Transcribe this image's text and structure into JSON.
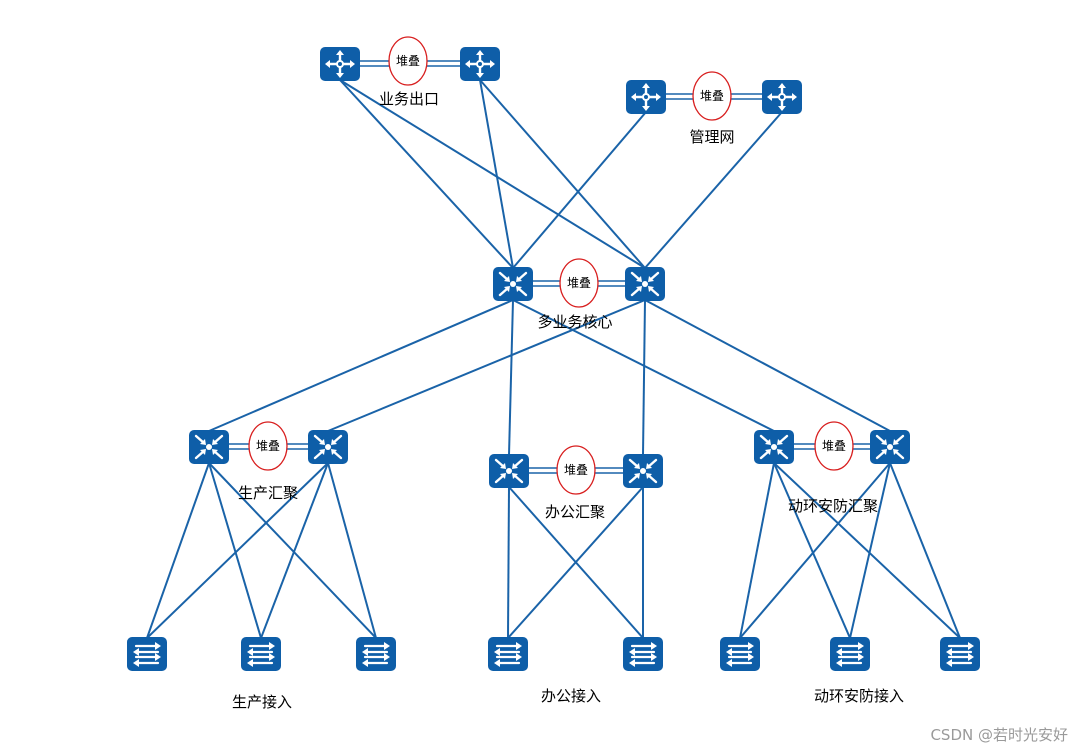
{
  "stack_label": "堆叠",
  "labels": {
    "biz_exit": "业务出口",
    "mgmt_net": "管理网",
    "core": "多业务核心",
    "prod_agg": "生产汇聚",
    "office_agg": "办公汇聚",
    "env_agg": "动环安防汇聚",
    "prod_access": "生产接入",
    "office_access": "办公接入",
    "env_access": "动环安防接入"
  },
  "watermark": "CSDN @若时光安好",
  "colors": {
    "device": "#0e5ea8",
    "link": "#1a63a8",
    "stack_ring": "#d81e1e"
  }
}
